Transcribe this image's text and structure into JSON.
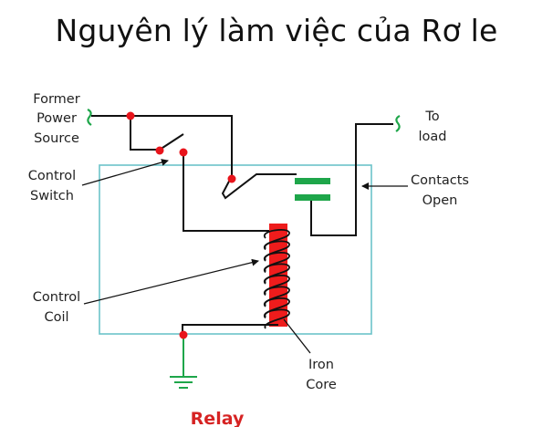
{
  "title": "Nguyên lý làm việc của Rơ le",
  "diagram": {
    "caption": "Relay",
    "labels": {
      "former_power_source": [
        "Former",
        "Power",
        "Source"
      ],
      "control_switch": [
        "Control",
        "Switch"
      ],
      "contacts_open": [
        "Contacts",
        "Open"
      ],
      "to_load": [
        "To",
        "load"
      ],
      "control_coil": [
        "Control",
        "Coil"
      ],
      "iron_core": [
        "Iron",
        "Core"
      ]
    },
    "colors": {
      "wire": "#111111",
      "node": "#e8141b",
      "relay_box": "#6cc3c9",
      "contacts": "#1ea64a",
      "coil_core": "#ee1c1c",
      "ground": "#1ea64a",
      "source_symbol": "#1ea64a",
      "caption": "#d62323"
    }
  }
}
